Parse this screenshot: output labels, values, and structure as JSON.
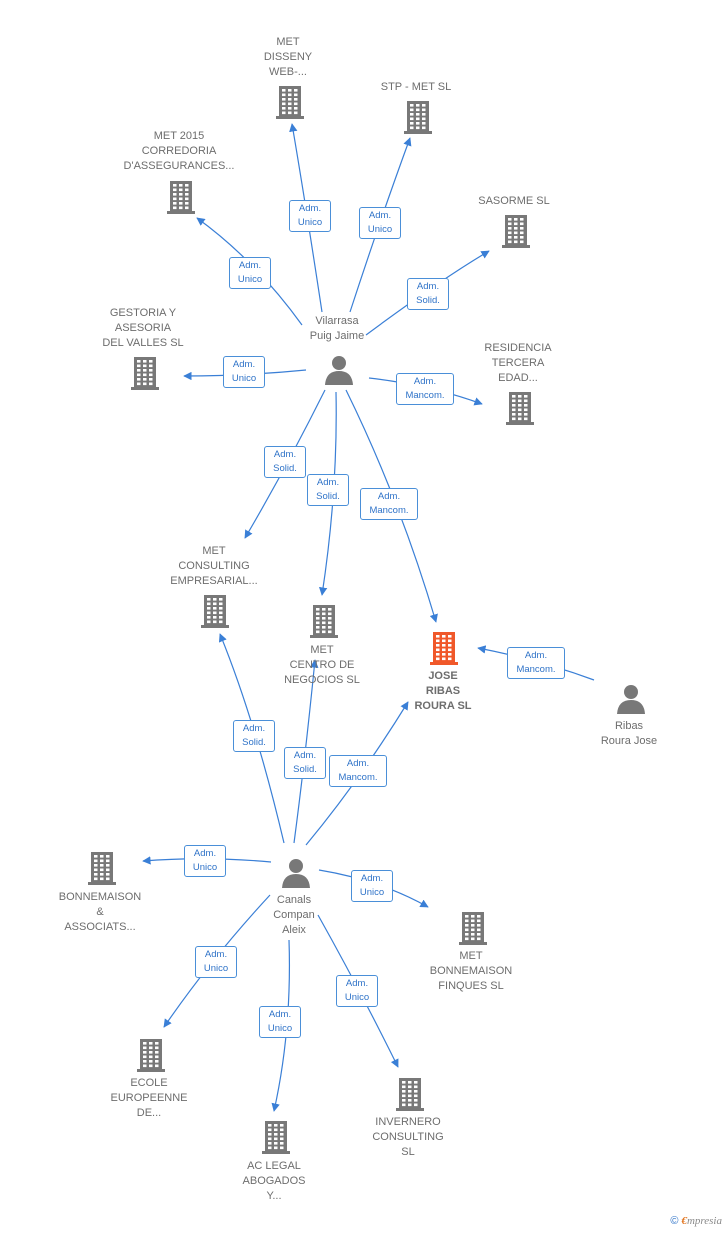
{
  "colors": {
    "edge": "#3a7fd6",
    "building": "#787878",
    "highlight": "#f0582a",
    "person": "#787878"
  },
  "nodes": [
    {
      "id": "met_disseny",
      "type": "company",
      "label": "MET\nDISSENY\nWEB-..."
    },
    {
      "id": "stp_met",
      "type": "company",
      "label": "STP -  MET  SL"
    },
    {
      "id": "met_2015",
      "type": "company",
      "label": "MET 2015\nCORREDORIA\nD'ASSEGURANCES..."
    },
    {
      "id": "sasorme",
      "type": "company",
      "label": "SASORME  SL"
    },
    {
      "id": "gestoria",
      "type": "company",
      "label": "GESTORIA Y\nASESORIA\nDEL VALLES SL"
    },
    {
      "id": "vilarrasa",
      "type": "person",
      "label": "Vilarrasa\nPuig Jaime"
    },
    {
      "id": "residencia",
      "type": "company",
      "label": "RESIDENCIA\nTERCERA\nEDAD..."
    },
    {
      "id": "met_consulting",
      "type": "company",
      "label": "MET\nCONSULTING\nEMPRESARIAL..."
    },
    {
      "id": "met_centro",
      "type": "company",
      "label": "MET\nCENTRO DE\nNEGOCIOS  SL"
    },
    {
      "id": "jose_ribas",
      "type": "company",
      "label": "JOSE\nRIBAS\nROURA  SL",
      "highlight": true
    },
    {
      "id": "ribas_roura",
      "type": "person",
      "label": "Ribas\nRoura Jose"
    },
    {
      "id": "bonnemaison",
      "type": "company",
      "label": "BONNEMAISON\n&\nASSOCIATS..."
    },
    {
      "id": "canals",
      "type": "person",
      "label": "Canals\nCompan\nAleix"
    },
    {
      "id": "met_bonnemaison",
      "type": "company",
      "label": "MET\nBONNEMAISON\nFINQUES  SL"
    },
    {
      "id": "ecole",
      "type": "company",
      "label": "ECOLE\nEUROPEENNE\nDE..."
    },
    {
      "id": "invernero",
      "type": "company",
      "label": "INVERNERO\nCONSULTING\nSL"
    },
    {
      "id": "ac_legal",
      "type": "company",
      "label": "AC LEGAL\nABOGADOS\nY..."
    }
  ],
  "edges": [
    {
      "id": "e1",
      "from": "vilarrasa",
      "to": "met_disseny",
      "label": "Adm.\nUnico"
    },
    {
      "id": "e2",
      "from": "vilarrasa",
      "to": "stp_met",
      "label": "Adm.\nUnico"
    },
    {
      "id": "e3",
      "from": "vilarrasa",
      "to": "met_2015",
      "label": "Adm.\nUnico"
    },
    {
      "id": "e4",
      "from": "vilarrasa",
      "to": "sasorme",
      "label": "Adm.\nSolid."
    },
    {
      "id": "e5",
      "from": "vilarrasa",
      "to": "gestoria",
      "label": "Adm.\nUnico"
    },
    {
      "id": "e6",
      "from": "vilarrasa",
      "to": "residencia",
      "label": "Adm.\nMancom."
    },
    {
      "id": "e7",
      "from": "vilarrasa",
      "to": "met_consulting",
      "label": "Adm.\nSolid."
    },
    {
      "id": "e8",
      "from": "vilarrasa",
      "to": "met_centro",
      "label": "Adm.\nSolid."
    },
    {
      "id": "e9",
      "from": "vilarrasa",
      "to": "jose_ribas",
      "label": "Adm.\nMancom."
    },
    {
      "id": "e10",
      "from": "ribas_roura",
      "to": "jose_ribas",
      "label": "Adm.\nMancom."
    },
    {
      "id": "e11",
      "from": "canals",
      "to": "met_consulting",
      "label": "Adm.\nSolid."
    },
    {
      "id": "e12",
      "from": "canals",
      "to": "met_centro",
      "label": "Adm.\nSolid."
    },
    {
      "id": "e13",
      "from": "canals",
      "to": "jose_ribas",
      "label": "Adm.\nMancom."
    },
    {
      "id": "e14",
      "from": "canals",
      "to": "bonnemaison",
      "label": "Adm.\nUnico"
    },
    {
      "id": "e15",
      "from": "canals",
      "to": "met_bonnemaison",
      "label": "Adm.\nUnico"
    },
    {
      "id": "e16",
      "from": "canals",
      "to": "ecole",
      "label": "Adm.\nUnico"
    },
    {
      "id": "e17",
      "from": "canals",
      "to": "ac_legal",
      "label": "Adm.\nUnico"
    },
    {
      "id": "e18",
      "from": "canals",
      "to": "invernero",
      "label": "Adm.\nUnico"
    }
  ],
  "brand": {
    "copyright": "©",
    "name_first": "€",
    "name_rest": "mpresia"
  }
}
